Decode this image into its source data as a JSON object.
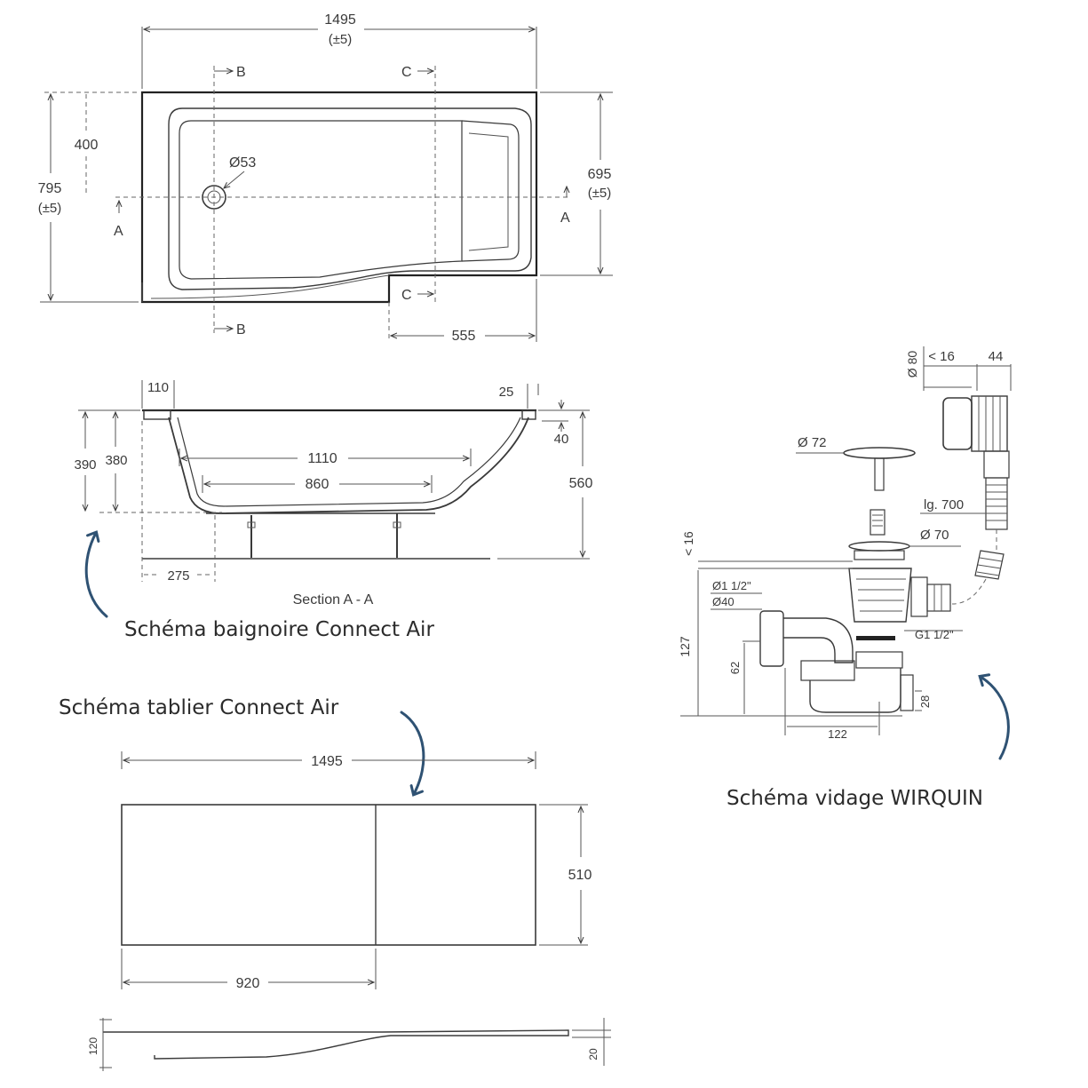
{
  "captions": {
    "baignoire": "Schéma baignoire Connect Air",
    "tablier": "Schéma tablier Connect Air",
    "vidage": "Schéma vidage WIRQUIN"
  },
  "plan": {
    "width": "1495",
    "width_tol": "(±5)",
    "height": "795",
    "height_tol": "(±5)",
    "right_height": "695",
    "right_tol": "(±5)",
    "d400": "400",
    "d555": "555",
    "drain": "Ø53",
    "mark_a": "A",
    "mark_b": "B",
    "mark_c": "C"
  },
  "section": {
    "d110": "110",
    "d25": "25",
    "d40": "40",
    "d390": "390",
    "d380": "380",
    "d1110": "1110",
    "d860": "860",
    "d560": "560",
    "d275": "275",
    "title": "Section A - A"
  },
  "tablier": {
    "width": "1495",
    "height": "510",
    "d920": "920",
    "d120": "120",
    "d20": "20"
  },
  "vidage": {
    "d80": "Ø 80",
    "d16top": "< 16",
    "d44": "44",
    "d72": "Ø 72",
    "lg700": "lg. 700",
    "d70": "Ø 70",
    "d16side": "< 16",
    "d1_5": "Ø1 1/2\"",
    "d40": "Ø40",
    "g1_5": "G1 1/2\"",
    "d127": "127",
    "d62": "62",
    "d28": "28",
    "d122": "122"
  }
}
